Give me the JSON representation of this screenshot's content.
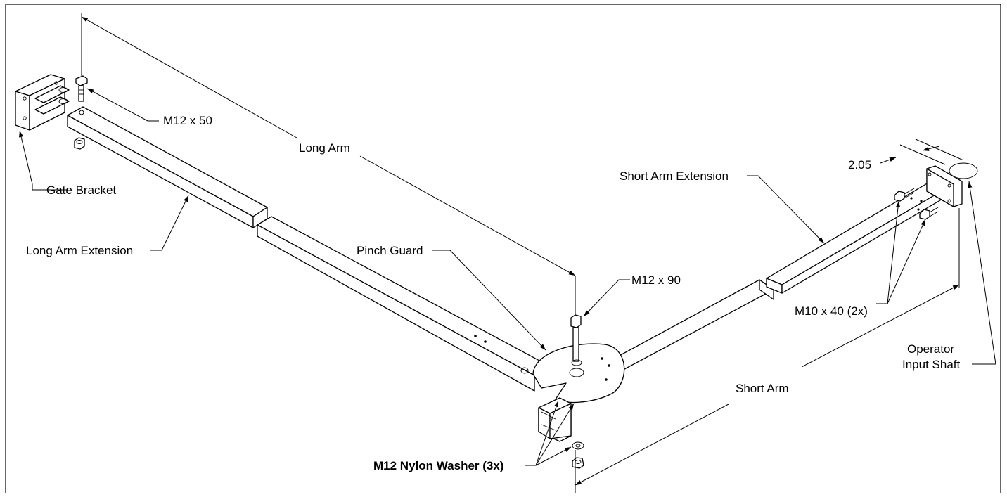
{
  "labels": {
    "gate_bracket": "Gate Bracket",
    "m12x50": "M12 x 50",
    "long_arm": "Long Arm",
    "long_arm_extension": "Long Arm Extension",
    "pinch_guard": "Pinch Guard",
    "m12x90": "M12 x 90",
    "short_arm_extension": "Short Arm Extension",
    "dim_205": "2.05",
    "m10x40": "M10 x 40 (2x)",
    "operator_line1": "Operator",
    "operator_line2": "Input Shaft",
    "short_arm": "Short Arm",
    "nylon_washer": "M12 Nylon Washer (3x)"
  }
}
